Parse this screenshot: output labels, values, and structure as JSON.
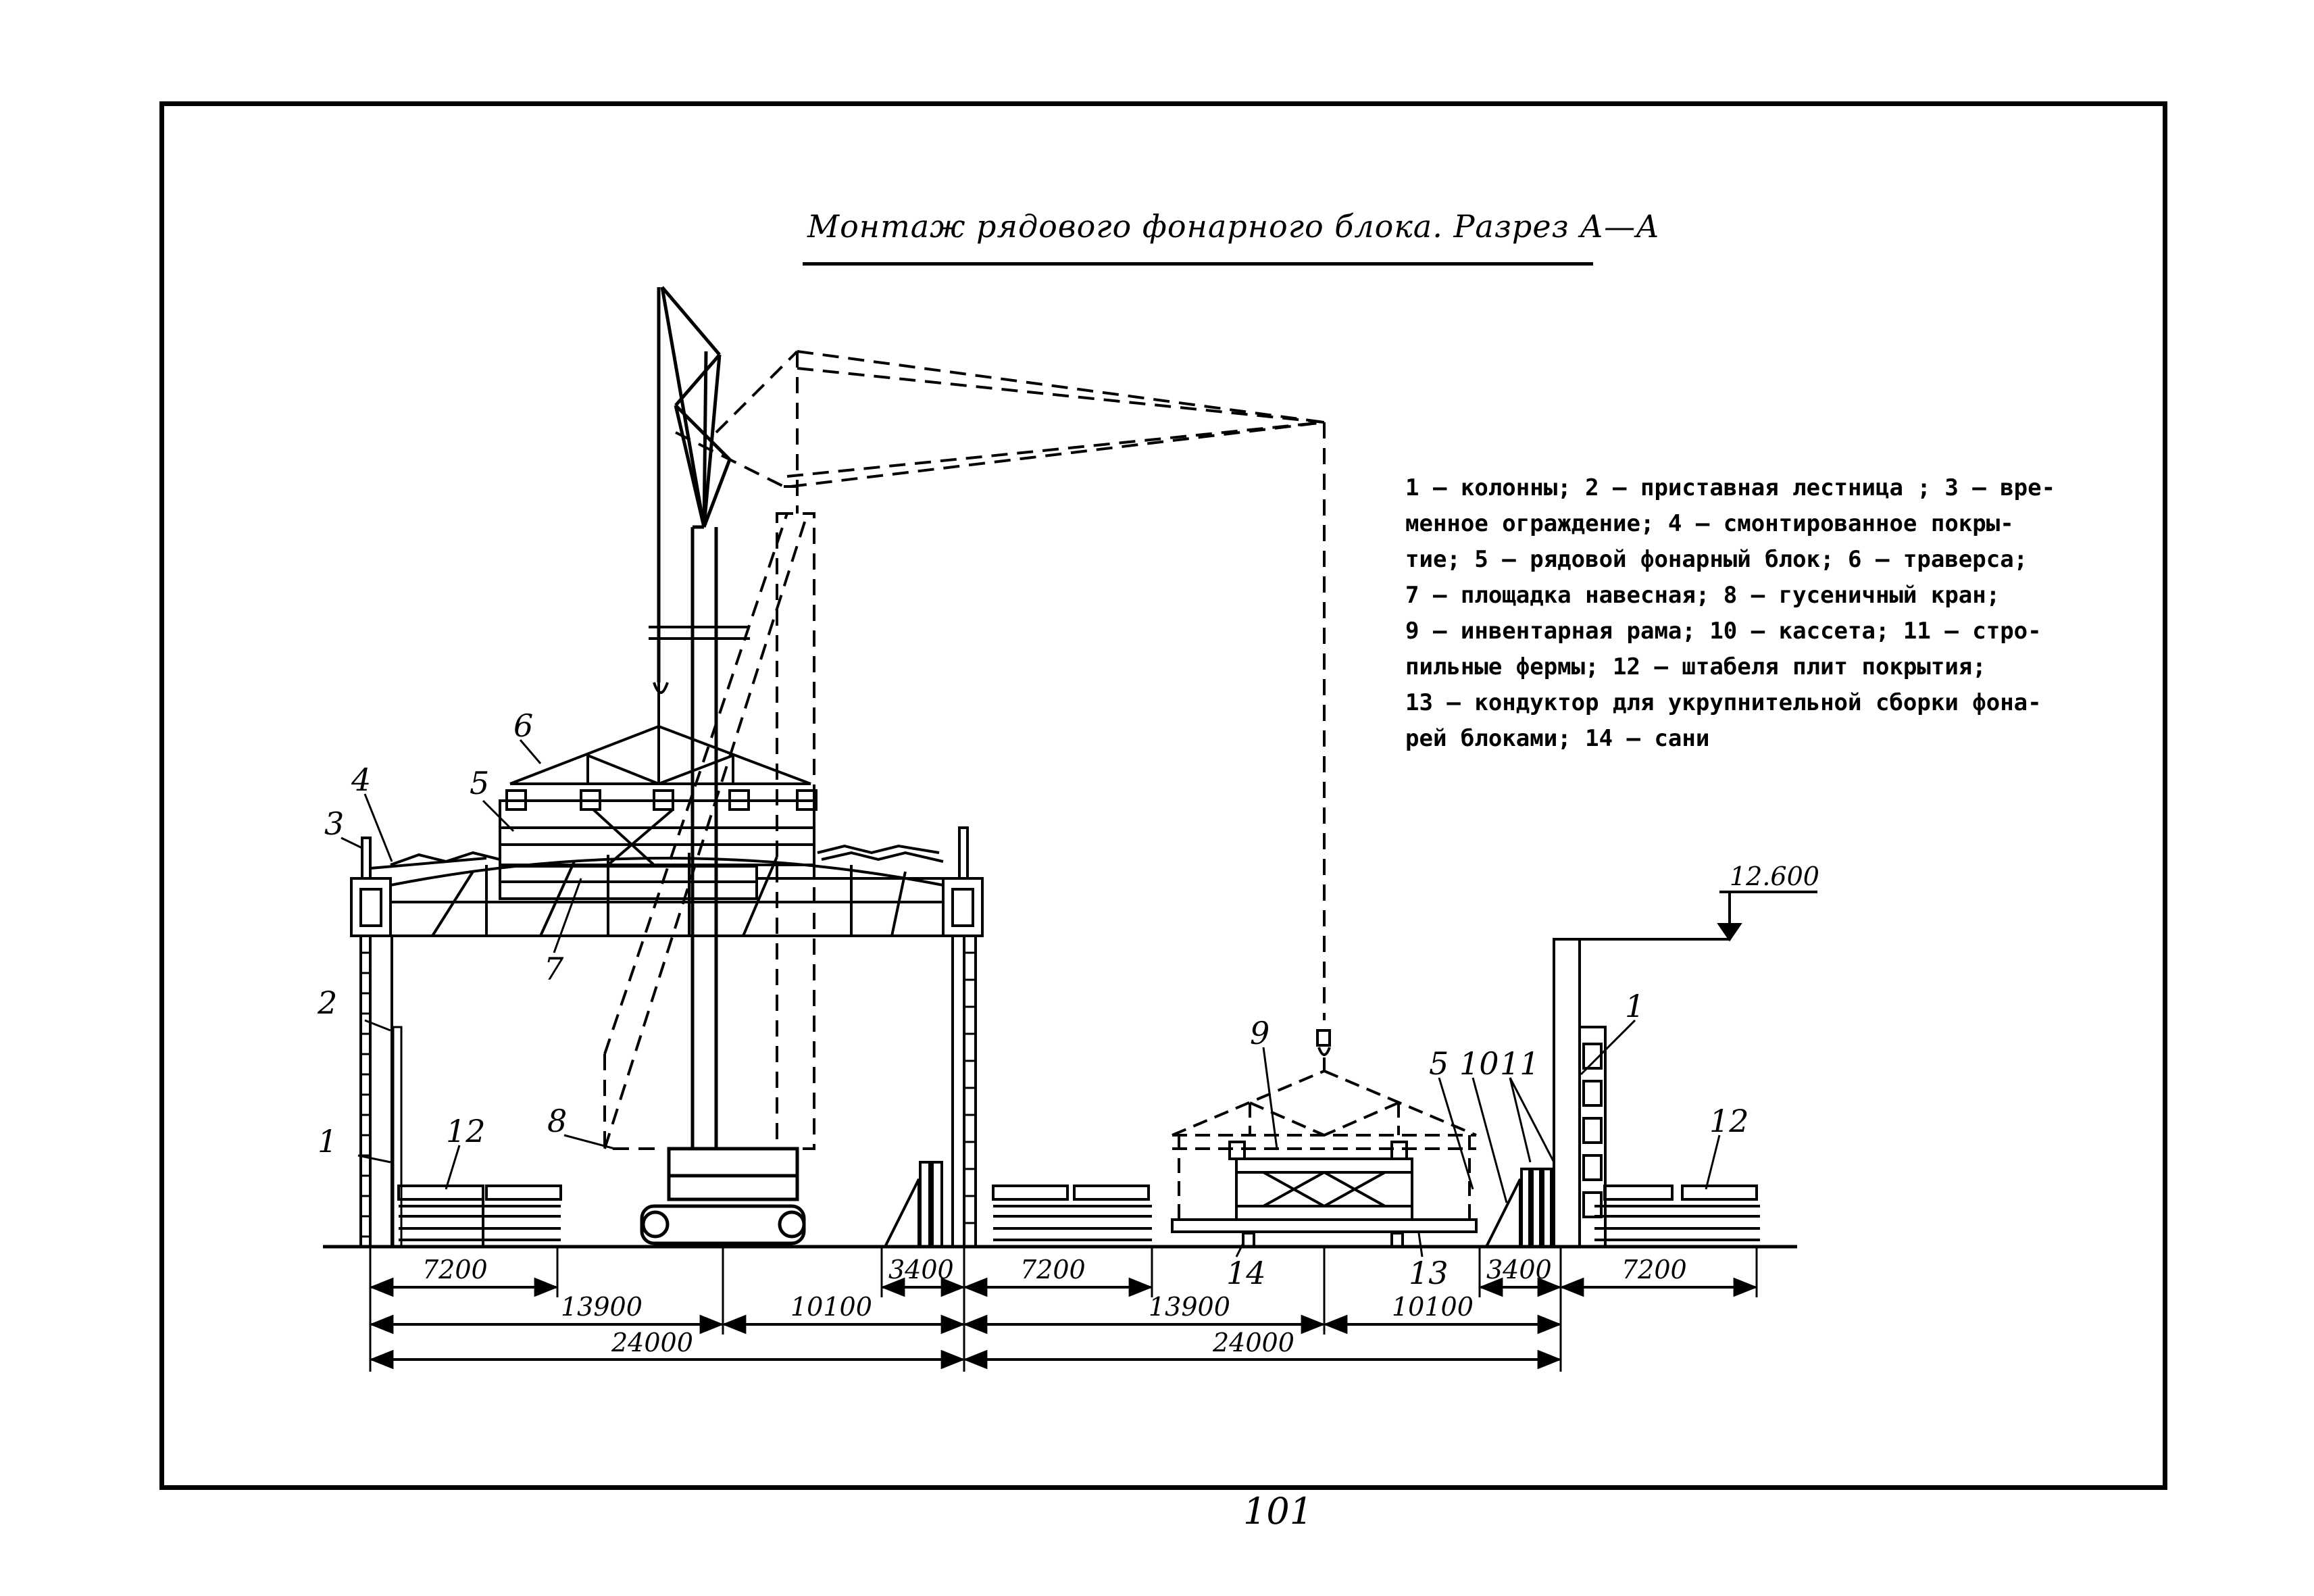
{
  "title": "Монтаж рядового фонарного блока. Разрез А—А",
  "legend_lines": [
    "1 – колонны; 2 – приставная лестница ; 3 – вре-",
    "менное ограждение; 4 – смонтированное покры-",
    "тие; 5 – рядовой фонарный блок; 6 – траверса;",
    "7 – площадка навесная; 8 – гусеничный кран;",
    "9 – инвентарная рама; 10 – кассета; 11 – стро-",
    "пильные фермы; 12 – штабеля плит покрытия;",
    "13 – кондуктор для укрупнительной сборки фона-",
    "рей блоками; 14 – сани"
  ],
  "elevation_mark": "12.600",
  "callouts": {
    "c1_left": "1",
    "c1_right": "1",
    "c2": "2",
    "c3": "3",
    "c4": "4",
    "c5_left": "5",
    "c5_right": "5",
    "c6": "6",
    "c7": "7",
    "c8": "8",
    "c9": "9",
    "c10": "10",
    "c11": "11",
    "c12_left": "12",
    "c12_right": "12",
    "c13": "13",
    "c14": "14"
  },
  "dimensions": {
    "d7200_a": "7200",
    "d3400_a": "3400",
    "d7200_b": "7200",
    "d3400_b": "3400",
    "d7200_c": "7200",
    "d13900_a": "13900",
    "d10100_a": "10100",
    "d13900_b": "13900",
    "d10100_b": "10100",
    "d24000_a": "24000",
    "d24000_b": "24000"
  },
  "page_number": "101"
}
